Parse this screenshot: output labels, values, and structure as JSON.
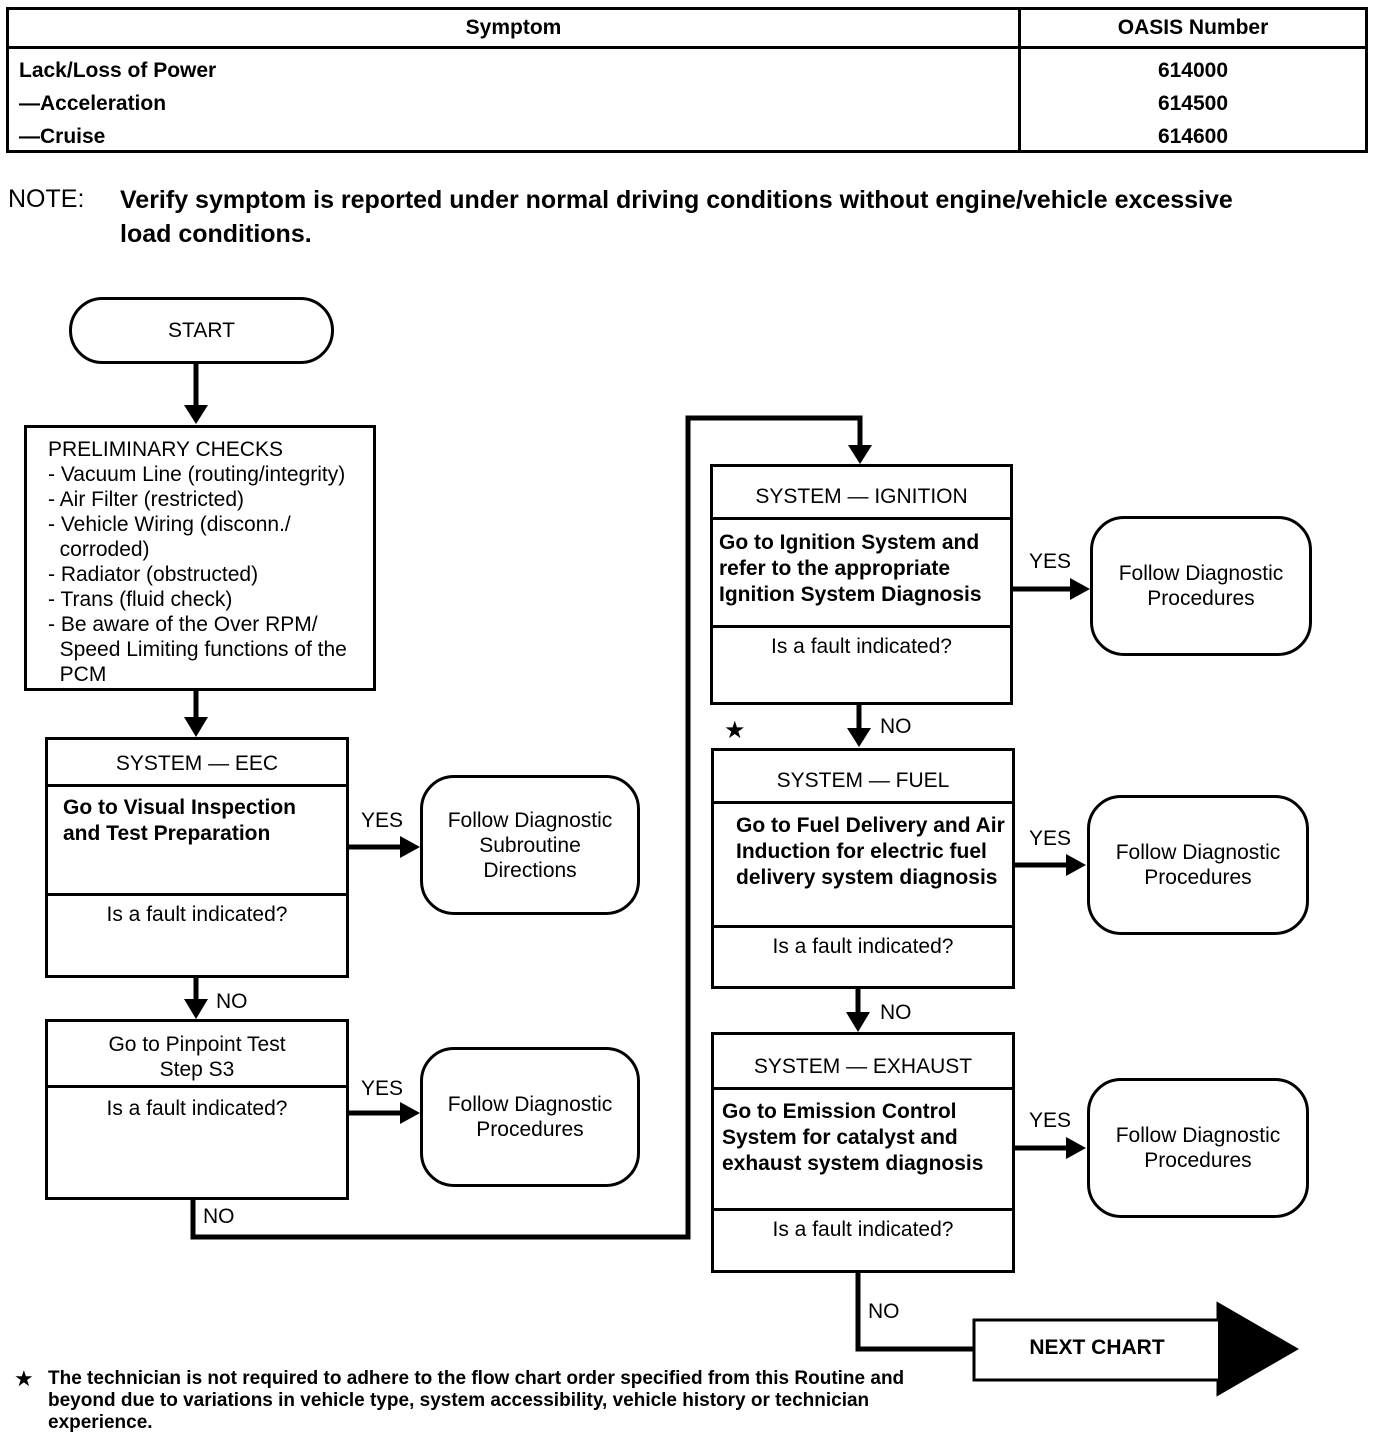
{
  "table": {
    "header_symptom": "Symptom",
    "header_oasis": "OASIS Number",
    "rows": [
      {
        "symptom": "Lack/Loss of Power",
        "oasis": "614000"
      },
      {
        "symptom": "—Acceleration",
        "oasis": "614500"
      },
      {
        "symptom": "—Cruise",
        "oasis": "614600"
      }
    ]
  },
  "note": {
    "label": "NOTE:",
    "text": "Verify symptom is reported under normal driving conditions without engine/vehicle excessive load conditions."
  },
  "flow": {
    "start": "START",
    "preliminary": {
      "title": "PRELIMINARY CHECKS",
      "items": [
        "- Vacuum Line (routing/integrity)",
        "- Air Filter (restricted)",
        "- Vehicle Wiring (disconn./",
        "  corroded)",
        "- Radiator (obstructed)",
        "- Trans (fluid check)",
        "- Be aware of the Over RPM/",
        "  Speed Limiting functions of the",
        "  PCM"
      ]
    },
    "eec": {
      "title": "SYSTEM — EEC",
      "body": "Go to Visual Inspection and Test Preparation",
      "question": "Is a fault indicated?",
      "yes_label": "YES",
      "no_label": "NO",
      "yes_target": "Follow Diagnostic Subroutine Directions"
    },
    "pinpoint": {
      "title": "Go to Pinpoint Test Step S3",
      "question": "Is a fault indicated?",
      "yes_label": "YES",
      "no_label": "NO",
      "yes_target": "Follow Diagnostic Procedures"
    },
    "ignition": {
      "title": "SYSTEM — IGNITION",
      "body": "Go to Ignition System and refer to the appropriate Ignition System Diagnosis",
      "question": "Is a fault indicated?",
      "yes_label": "YES",
      "no_label": "NO",
      "yes_target": "Follow Diagnostic Procedures"
    },
    "fuel": {
      "title": "SYSTEM — FUEL",
      "body": "Go to Fuel Delivery and Air Induction for electric fuel delivery system diagnosis",
      "question": "Is a fault indicated?",
      "yes_label": "YES",
      "no_label": "NO",
      "yes_target": "Follow Diagnostic Procedures"
    },
    "exhaust": {
      "title": "SYSTEM — EXHAUST",
      "body": "Go to Emission Control System for catalyst and exhaust system diagnosis",
      "question": "Is a fault indicated?",
      "yes_label": "YES",
      "no_label": "NO",
      "yes_target": "Follow Diagnostic Procedures"
    },
    "next_chart": "NEXT CHART",
    "star": "★"
  },
  "footnote": {
    "star": "★",
    "text": "The technician is not required to adhere to the flow chart order specified from this Routine and beyond due to variations in vehicle type, system accessibility, vehicle history or technician experience."
  }
}
